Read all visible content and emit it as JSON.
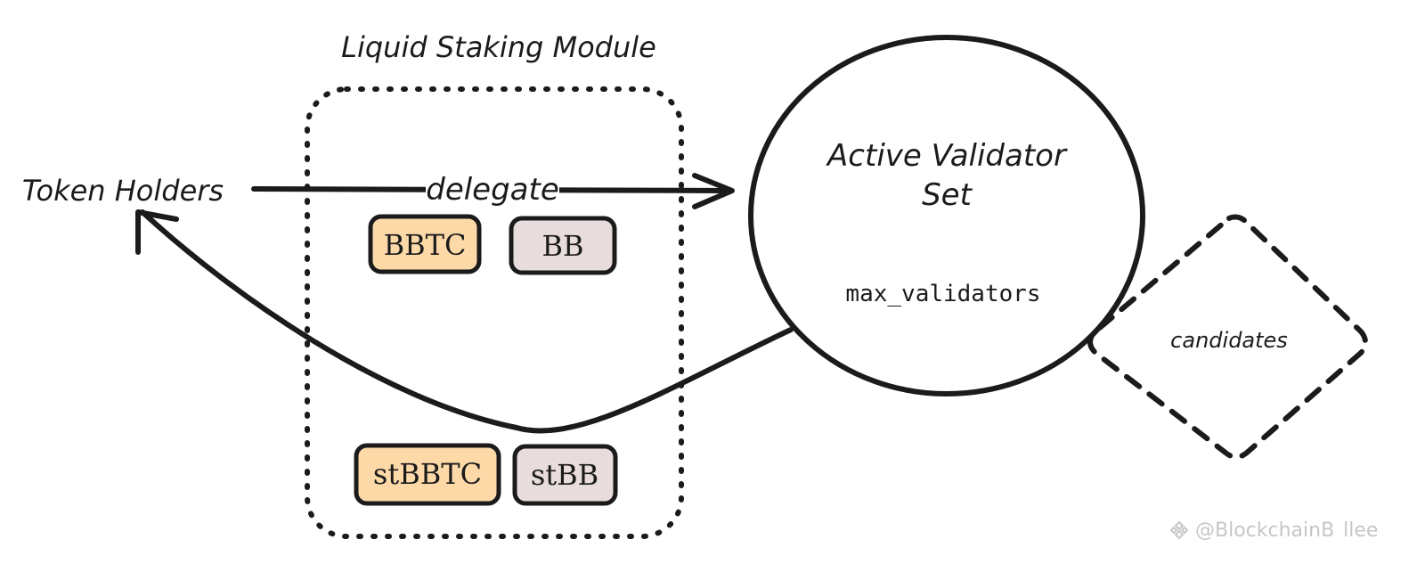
{
  "module": {
    "title": "Liquid Staking Module"
  },
  "labels": {
    "token_holders": "Token Holders",
    "delegate": "delegate",
    "candidates": "candidates"
  },
  "validator_set": {
    "title_line1": "Active Validator",
    "title_line2": "Set",
    "param": "max_validators"
  },
  "tokens": {
    "deposit": [
      {
        "label": "BBTC",
        "color": "#fdd9a8"
      },
      {
        "label": "BB",
        "color": "#e8dcdc"
      }
    ],
    "staked": [
      {
        "label": "stBBTC",
        "color": "#fdd9a8"
      },
      {
        "label": "stBB",
        "color": "#e8dcdc"
      }
    ]
  },
  "watermark": {
    "text": "@BlockchainB",
    "suffix": "llee"
  }
}
